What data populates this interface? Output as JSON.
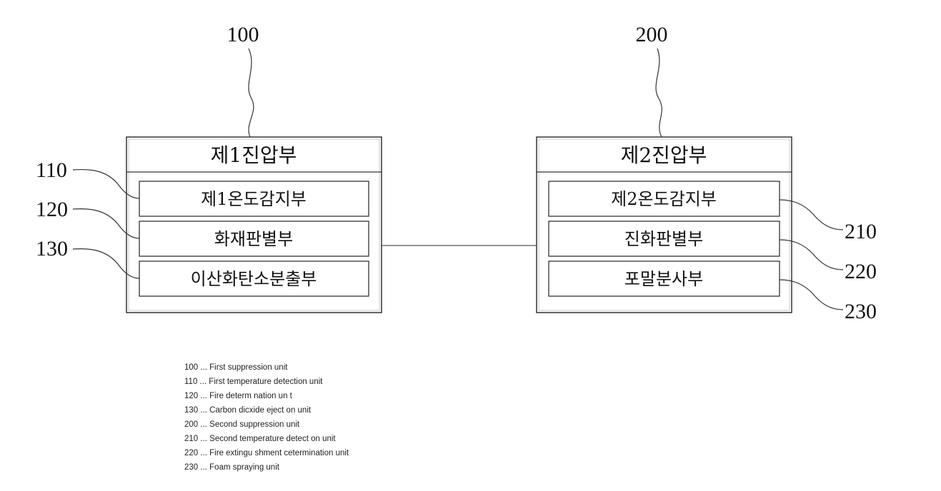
{
  "units": [
    {
      "ref": "100",
      "title": "제1진압부",
      "subunits": [
        {
          "ref": "110",
          "label": "제1온도감지부"
        },
        {
          "ref": "120",
          "label": "화재판별부"
        },
        {
          "ref": "130",
          "label": "이산화탄소분출부"
        }
      ]
    },
    {
      "ref": "200",
      "title": "제2진압부",
      "subunits": [
        {
          "ref": "210",
          "label": "제2온도감지부"
        },
        {
          "ref": "220",
          "label": "진화판별부"
        },
        {
          "ref": "230",
          "label": "포말분사부"
        }
      ]
    }
  ],
  "legend": [
    "100 ... First suppression unit",
    "110 ... First temperature detection unit",
    "120 ... Fire determ nation un t",
    "130 ... Carbon dicxide eject on unit",
    "200 ... Second suppression unit",
    "210 ... Second temperature detect on unit",
    "220 ... Fire extingu shment cetermination unit",
    "230 ... Foam spraying unit"
  ]
}
